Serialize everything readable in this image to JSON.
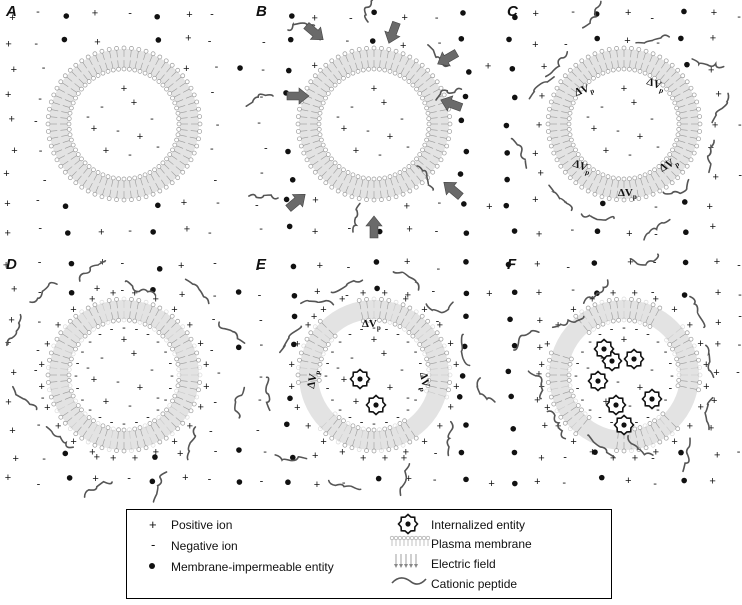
{
  "panels": [
    {
      "label": "A",
      "stage": "baseline",
      "potentials": []
    },
    {
      "label": "B",
      "stage": "peptide-approach",
      "potentials": []
    },
    {
      "label": "C",
      "stage": "peptide-binding",
      "potentials": [
        "ΔVp",
        "ΔVp",
        "ΔVp",
        "ΔVp",
        "ΔVp"
      ]
    },
    {
      "label": "D",
      "stage": "membrane-disorder",
      "potentials": []
    },
    {
      "label": "E",
      "stage": "internalization-start",
      "potentials": [
        "ΔVp",
        "ΔVp",
        "ΔVp"
      ]
    },
    {
      "label": "F",
      "stage": "internalization-complete",
      "potentials": []
    }
  ],
  "legend": {
    "positive_ion": {
      "symbol": "+",
      "text": "Positive ion"
    },
    "negative_ion": {
      "symbol": "-",
      "text": "Negative ion"
    },
    "impermeable_entity": {
      "text": "Membrane-impermeable entity"
    },
    "internalized_entity": {
      "text": "Internalized entity"
    },
    "plasma_membrane": {
      "text": "Plasma membrane"
    },
    "electric_field": {
      "text": "Electric field"
    },
    "cationic_peptide": {
      "text": "Cationic peptide"
    }
  },
  "colors": {
    "ink": "#111111",
    "membrane": "#9a9a9a",
    "peptide": "#555555",
    "arrow": "#6a6a6a"
  }
}
